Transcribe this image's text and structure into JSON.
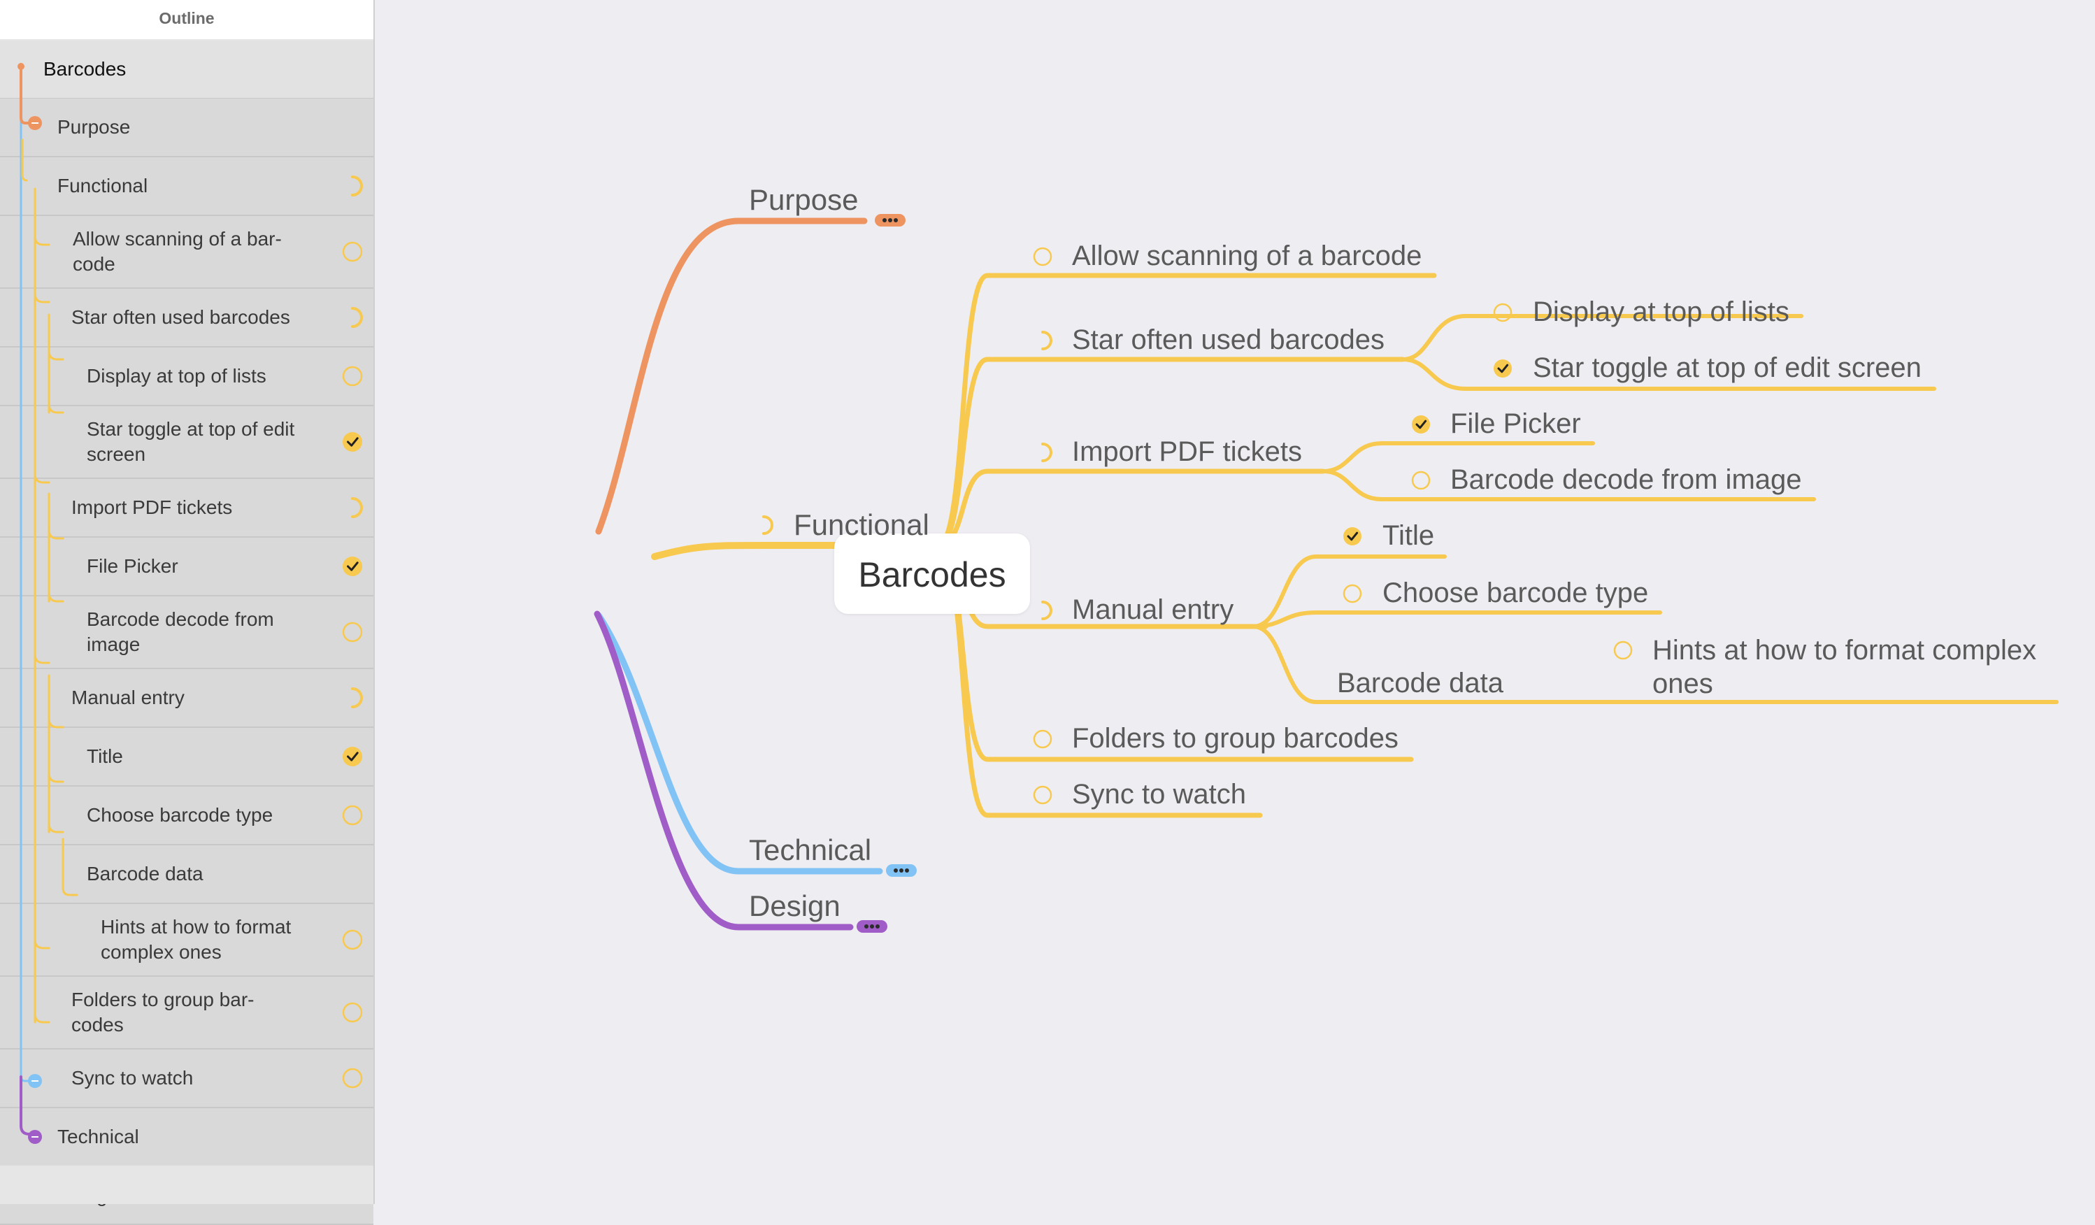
{
  "sidebar": {
    "title": "Outline",
    "rows": [
      {
        "label": "Barcodes",
        "status": "none"
      },
      {
        "label": "Purpose",
        "status": "none"
      },
      {
        "label": "Functional",
        "status": "partial"
      },
      {
        "label": "Allow scanning of a bar- code",
        "status": "open"
      },
      {
        "label": "Star often used barcodes",
        "status": "partial"
      },
      {
        "label": "Display at top of lists",
        "status": "open"
      },
      {
        "label": "Star toggle at top of edit screen",
        "status": "done"
      },
      {
        "label": "Import PDF tickets",
        "status": "partial"
      },
      {
        "label": "File Picker",
        "status": "done"
      },
      {
        "label": "Barcode decode from image",
        "status": "open"
      },
      {
        "label": "Manual entry",
        "status": "partial"
      },
      {
        "label": "Title",
        "status": "done"
      },
      {
        "label": "Choose barcode type",
        "status": "open"
      },
      {
        "label": "Barcode data",
        "status": "none"
      },
      {
        "label": "Hints at how to format complex ones",
        "status": "open"
      },
      {
        "label": "Folders to group bar- codes",
        "status": "open"
      },
      {
        "label": "Sync to watch",
        "status": "open"
      },
      {
        "label": "Technical",
        "status": "none"
      },
      {
        "label": "Design",
        "status": "none"
      }
    ]
  },
  "map": {
    "root": "Barcodes",
    "branches": {
      "purpose": "Purpose",
      "functional": "Functional",
      "technical": "Technical",
      "design": "Design"
    },
    "functional_items": {
      "allow_scanning": "Allow scanning of a barcode",
      "star_often": "Star often used barcodes",
      "display_top": "Display at top of lists",
      "star_toggle": "Star toggle at top of edit screen",
      "import_pdf": "Import PDF tickets",
      "file_picker": "File Picker",
      "barcode_decode": "Barcode decode from image",
      "manual_entry": "Manual entry",
      "title": "Title",
      "choose_type": "Choose barcode type",
      "barcode_data": "Barcode data",
      "hints": "Hints at how to format complex ones",
      "folders": "Folders to group barcodes",
      "sync_watch": "Sync to watch"
    }
  },
  "colors": {
    "purpose": "#ee9460",
    "functional": "#f8c94f",
    "technical": "#82c3f5",
    "design": "#a05cc7",
    "root_dot": "#ee9460"
  },
  "icons": {
    "open": "empty-circle-icon",
    "partial": "partial-progress-icon",
    "done": "check-circle-icon",
    "more": "ellipsis-icon"
  }
}
